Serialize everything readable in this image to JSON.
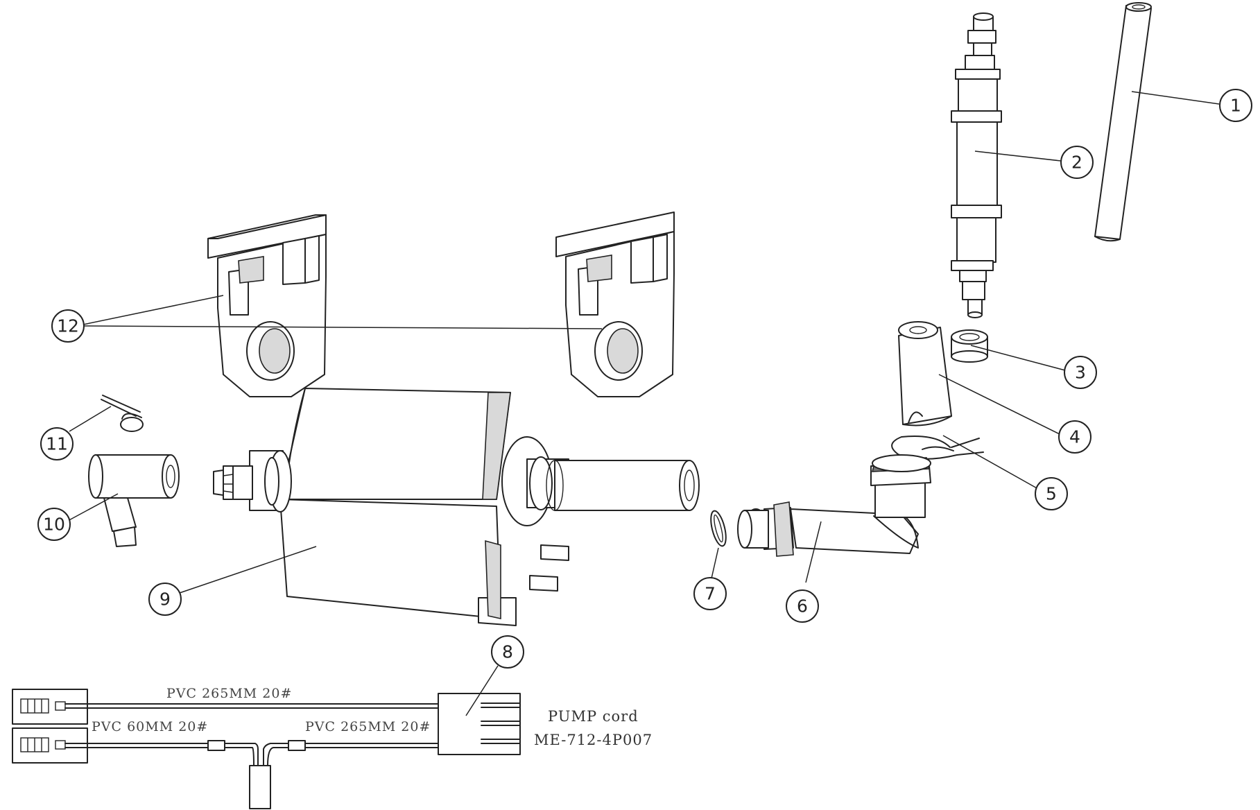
{
  "parts": {
    "p1": "1",
    "p2": "2",
    "p3": "3",
    "p4": "4",
    "p5": "5",
    "p6": "6",
    "p7": "7",
    "p8": "8",
    "p9": "9",
    "p10": "10",
    "p11": "11",
    "p12": "12"
  },
  "wiring": {
    "wire_top": "PVC 265MM 20#",
    "wire_left": "PVC 60MM 20#",
    "wire_right": "PVC 265MM 20#",
    "cord_title": "PUMP cord",
    "cord_code": "ME-712-4P007"
  }
}
